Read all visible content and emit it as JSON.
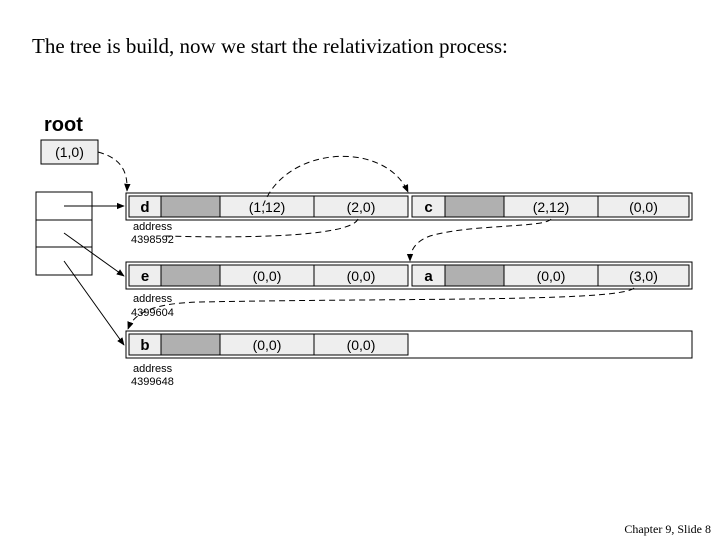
{
  "heading": "The tree is build, now we start the relativization process:",
  "footer": "Chapter 9, Slide 8",
  "root": {
    "label": "root",
    "value": "(1,0)"
  },
  "address_label": "address",
  "rows": [
    {
      "address": "4398592",
      "nodes": [
        {
          "label": "d",
          "pair1": "(1,12)",
          "pair2": "(2,0)"
        },
        {
          "label": "c",
          "pair1": "(2,12)",
          "pair2": "(0,0)"
        }
      ]
    },
    {
      "address": "4399604",
      "nodes": [
        {
          "label": "e",
          "pair1": "(0,0)",
          "pair2": "(0,0)"
        },
        {
          "label": "a",
          "pair1": "(0,0)",
          "pair2": "(3,0)"
        }
      ]
    },
    {
      "address": "4399648",
      "nodes": [
        {
          "label": "b",
          "pair1": "(0,0)",
          "pair2": "(0,0)"
        }
      ]
    }
  ],
  "colors": {
    "shaded": "#b0b0b0",
    "light": "#eeeeee",
    "stroke": "#000000"
  }
}
